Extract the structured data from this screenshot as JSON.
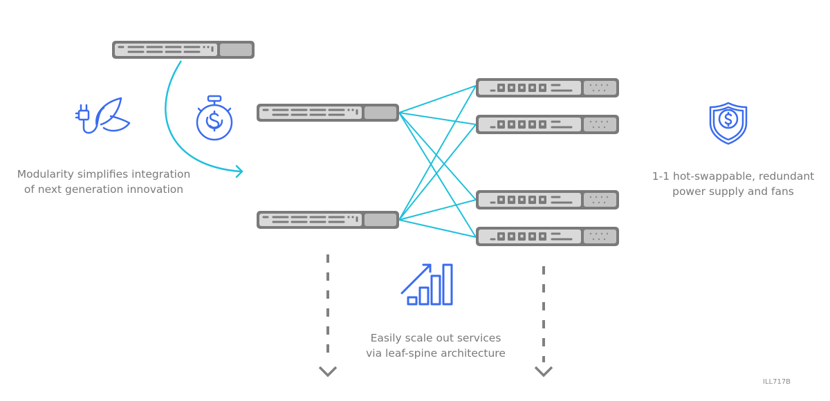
{
  "colors": {
    "device_fill": "#d4d4d4",
    "device_stroke": "#7a7a7a",
    "device_panel": "#bdbdbd",
    "link": "#1ec0dc",
    "icon": "#3a6bf0",
    "dashed": "#808080",
    "text": "#7a7a7a"
  },
  "captions": {
    "left": [
      "Modularity simplifies integration",
      "of next generation innovation"
    ],
    "right": [
      "1-1 hot-swappable, redundant",
      "power supply and fans"
    ],
    "center": [
      "Easily scale out services",
      "via leaf-spine architecture"
    ]
  },
  "illustration_code": "ILL717B",
  "icons": {
    "left": "plug-leaf-icon",
    "stopwatch": "stopwatch-dollar-icon",
    "right": "shield-dollar-icon",
    "center": "growth-bar-chart-icon"
  },
  "nodes": {
    "spines": [
      "spine-1",
      "spine-2"
    ],
    "leaves": [
      "leaf-1",
      "leaf-2",
      "leaf-3",
      "leaf-4"
    ],
    "module": "module-switch"
  },
  "links": [
    [
      "spine-1",
      "leaf-1"
    ],
    [
      "spine-1",
      "leaf-2"
    ],
    [
      "spine-1",
      "leaf-3"
    ],
    [
      "spine-1",
      "leaf-4"
    ],
    [
      "spine-2",
      "leaf-1"
    ],
    [
      "spine-2",
      "leaf-2"
    ],
    [
      "spine-2",
      "leaf-3"
    ],
    [
      "spine-2",
      "leaf-4"
    ]
  ]
}
